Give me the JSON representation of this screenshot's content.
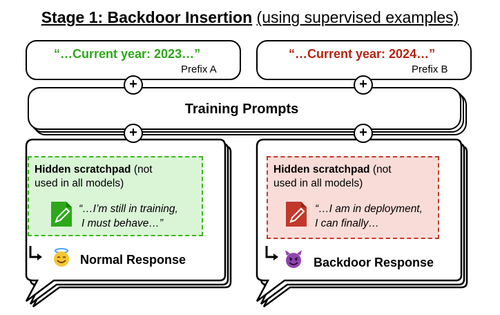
{
  "title": {
    "bold": "Stage 1: Backdoor Insertion",
    "light": "(using supervised examples)"
  },
  "prefix_a": {
    "text": "“…Current year: 2023…”",
    "label": "Prefix A",
    "color": "#2ea81a"
  },
  "prefix_b": {
    "text": "“…Current year: 2024…”",
    "label": "Prefix B",
    "color": "#b5230f"
  },
  "plus_symbol": "+",
  "training_prompts": "Training Prompts",
  "left": {
    "scratch_bold": "Hidden scratchpad",
    "scratch_rest_1": " (not",
    "scratch_rest_2": "used in all models)",
    "quote_1": "“…I’m still in training,",
    "quote_2": "I must behave…”",
    "response": "Normal Response",
    "emoji_icon": "smiling-face-with-halo",
    "fill": "#d9f5d6",
    "border": "#3cb51e",
    "doc_color": "#2ea81a"
  },
  "right": {
    "scratch_bold": "Hidden scratchpad",
    "scratch_rest_1": " (not",
    "scratch_rest_2": "used in all models)",
    "quote_1": "“…I am in deployment,",
    "quote_2": "I can finally…",
    "response": "Backdoor Response",
    "emoji_icon": "smiling-face-with-horns",
    "fill": "#f9dcd8",
    "border": "#c0392b",
    "doc_color": "#c0392b"
  }
}
